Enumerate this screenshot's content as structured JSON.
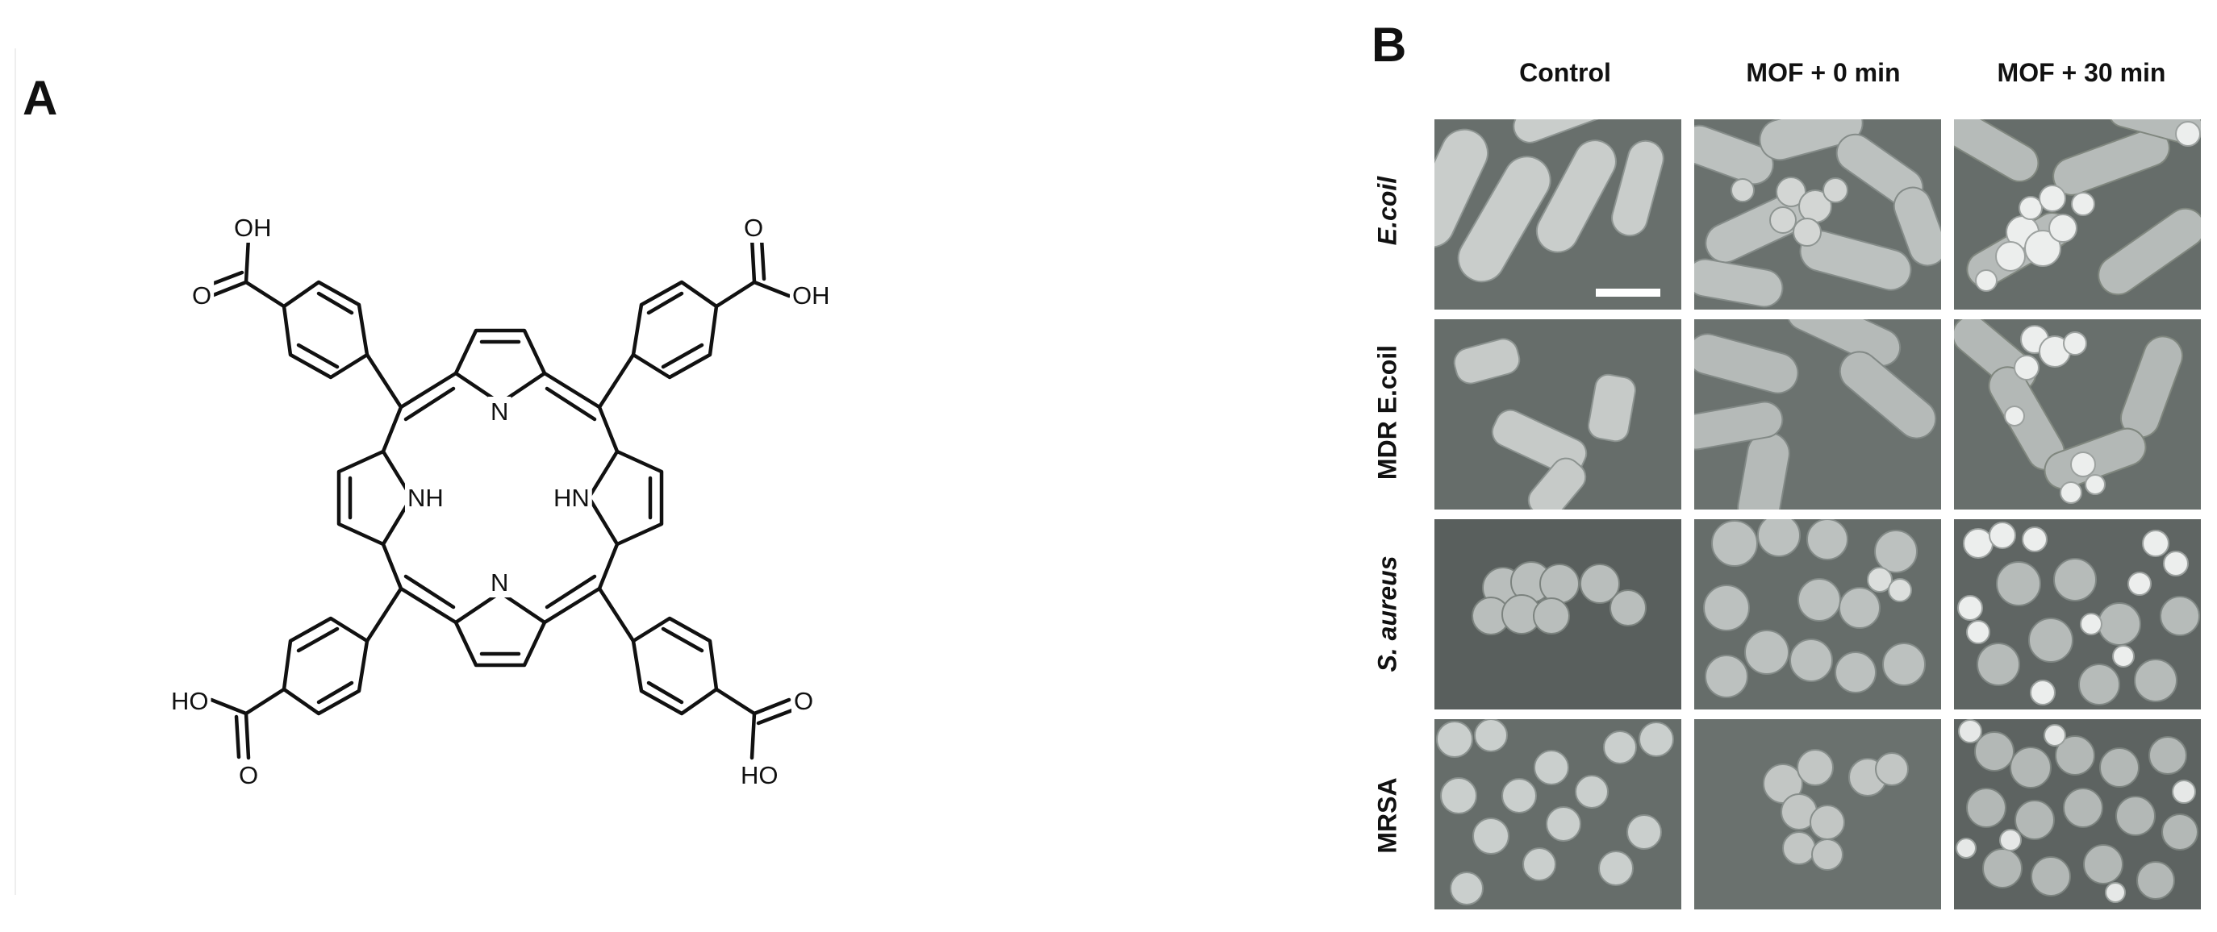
{
  "panel_a": {
    "letter": "A",
    "atom_labels": {
      "oh_top_left": "OH",
      "o_top_left": "O",
      "o_top_right": "O",
      "oh_top_right": "OH",
      "n_top": "N",
      "nh_left": "NH",
      "hn_right": "HN",
      "n_bottom": "N",
      "ho_bottom_left": "HO",
      "o_bottom_left": "O",
      "o_bottom_right": "O",
      "ho_bottom_right": "HO"
    }
  },
  "panel_b": {
    "letter": "B",
    "columns": [
      "Control",
      "MOF + 0 min",
      "MOF + 30 min"
    ],
    "rows": [
      "E.coil",
      "MDR E.coil",
      "S. aureus",
      "MRSA"
    ],
    "scale_bar_color": "#ffffff",
    "sem_background": "#676f6c"
  }
}
